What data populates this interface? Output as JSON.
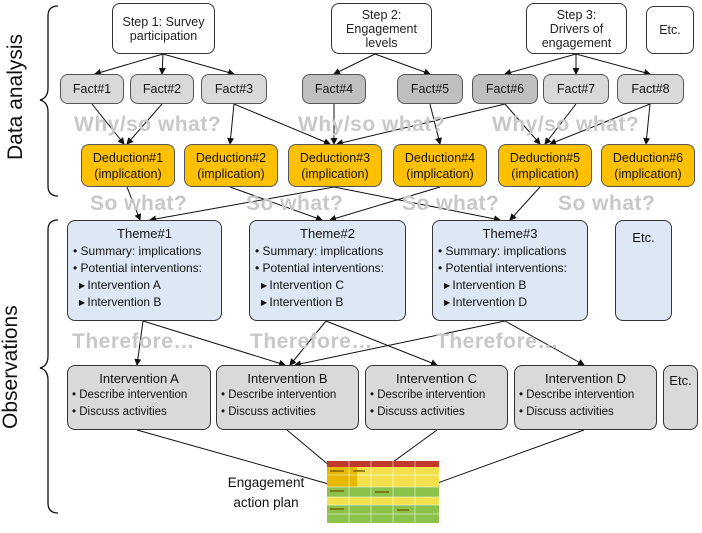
{
  "side_labels": {
    "top": "Data analysis",
    "bottom": "Observations"
  },
  "steps": [
    {
      "text": "Step 1: Survey participation"
    },
    {
      "text": "Step 2: Engagement levels"
    },
    {
      "text": "Step 3: Drivers of engagement"
    },
    {
      "text": "Etc."
    }
  ],
  "facts": [
    "Fact#1",
    "Fact#2",
    "Fact#3",
    "Fact#4",
    "Fact#5",
    "Fact#6",
    "Fact#7",
    "Fact#8"
  ],
  "why_label": "Why/so what?",
  "deductions": [
    {
      "title": "Deduction#1",
      "sub": "(implication)"
    },
    {
      "title": "Deduction#2",
      "sub": "(implication)"
    },
    {
      "title": "Deduction#3",
      "sub": "(implication)"
    },
    {
      "title": "Deduction#4",
      "sub": "(implication)"
    },
    {
      "title": "Deduction#5",
      "sub": "(implication)"
    },
    {
      "title": "Deduction#6",
      "sub": "(implication)"
    }
  ],
  "so_what_label": "So what?",
  "themes": [
    {
      "title": "Theme#1",
      "summary": "Summary: implications",
      "potential": "Potential interventions:",
      "items": [
        "Intervention A",
        "Intervention B"
      ]
    },
    {
      "title": "Theme#2",
      "summary": "Summary: implications",
      "potential": "Potential interventions:",
      "items": [
        "Intervention C",
        "Intervention B"
      ]
    },
    {
      "title": "Theme#3",
      "summary": "Summary: implications",
      "potential": "Potential interventions:",
      "items": [
        "Intervention B",
        "Intervention D"
      ]
    }
  ],
  "themes_etc": "Etc.",
  "therefore_label": "Therefore…",
  "interventions": [
    {
      "title": "Intervention A",
      "l1": "Describe intervention",
      "l2": "Discuss activities"
    },
    {
      "title": "Intervention B",
      "l1": "Describe intervention",
      "l2": "Discuss activities"
    },
    {
      "title": "Intervention C",
      "l1": "Describe intervention",
      "l2": "Discuss activities"
    },
    {
      "title": "Intervention D",
      "l1": "Describe intervention",
      "l2": "Discuss activities"
    }
  ],
  "interventions_etc": "Etc.",
  "plan_label": "Engagement action plan"
}
